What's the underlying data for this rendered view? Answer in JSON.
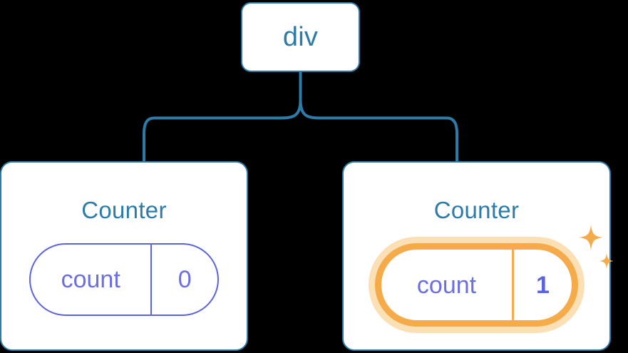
{
  "diagram": {
    "title": "React component tree with highlighted state update",
    "background_color": "#000000",
    "colors": {
      "node_border": "#2d7ba8",
      "node_text": "#2d7ba8",
      "node_fill": "#ffffff",
      "connector": "#2d7ba8",
      "state_stroke": "#5b63dd",
      "state_text": "#6b6fe0",
      "highlight_ring": "#f5ab4a",
      "highlight_glow": "#fbe0b6",
      "sparkle": "#f5ab4a"
    },
    "root": {
      "label": "div"
    },
    "children": [
      {
        "title": "Counter",
        "state": {
          "key": "count",
          "value": "0",
          "highlighted": false,
          "value_bold": false,
          "sparkles": false
        }
      },
      {
        "title": "Counter",
        "state": {
          "key": "count",
          "value": "1",
          "highlighted": true,
          "value_bold": true,
          "sparkles": true
        }
      }
    ],
    "icons": {
      "sparkle_large": "sparkle-icon",
      "sparkle_small": "sparkle-icon"
    }
  }
}
